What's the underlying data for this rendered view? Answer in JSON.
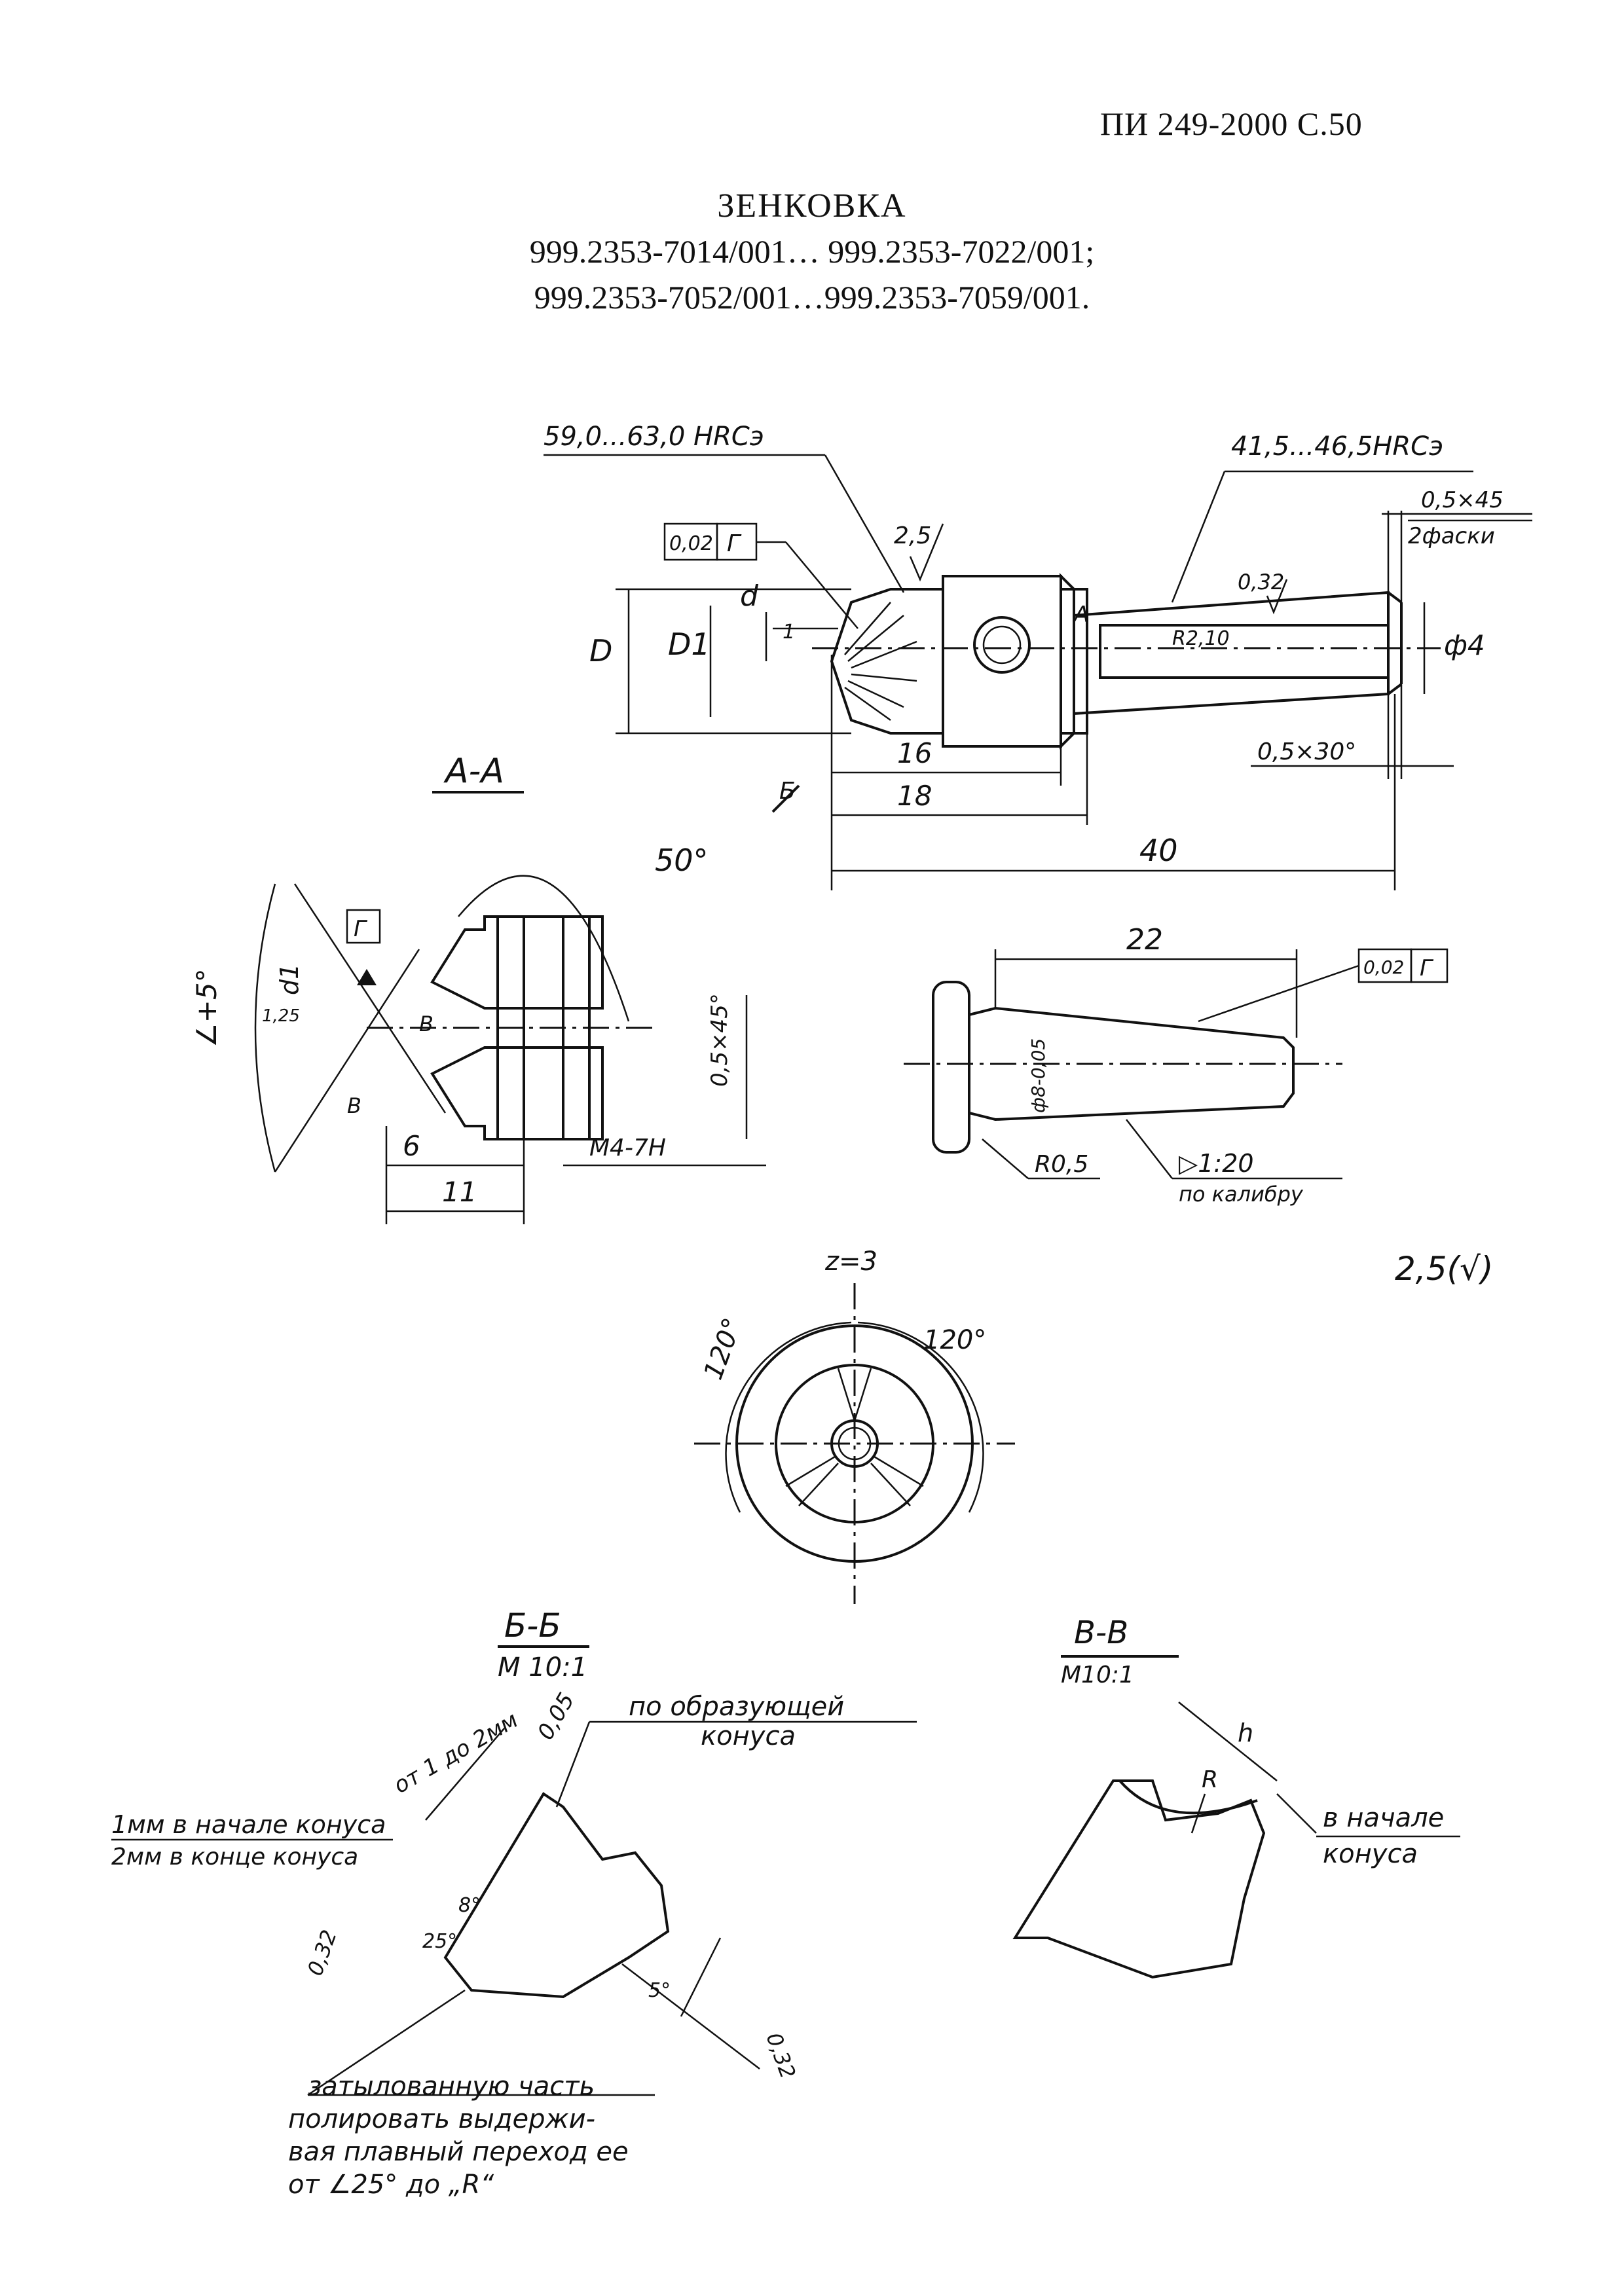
{
  "header": {
    "doc_code": "ПИ 249-2000  С.50",
    "title": "ЗЕНКОВКА",
    "line1": "999.2353-7014/001… 999.2353-7022/001;",
    "line2": "999.2353-7052/001…999.2353-7059/001."
  },
  "main_view": {
    "hardness_head": "59,0...63,0 HRCэ",
    "hardness_shank": "41,5...46,5HRCэ",
    "tolerance_value": "0,02",
    "tolerance_datum": "Г",
    "roughness_main": "2,5",
    "chamfer_45": "0,5×45",
    "chamfer_note": "2фаски",
    "roughness_shank": "0,32",
    "dim_D": "D",
    "dim_D1": "D1",
    "dim_d": "d",
    "dim_1": "1",
    "section_A": "A",
    "thread_label": "R2,10",
    "dim_phi4": "ф4",
    "chamfer_30": "0,5×30°",
    "section_B": "Б",
    "dim_16": "16",
    "dim_18": "18",
    "dim_40": "40"
  },
  "section_aa": {
    "title": "A-A",
    "angle_50": "50°",
    "tolerance_datum": "Г",
    "alpha": "∠+5°",
    "dim_d1": "d1",
    "dim_125": "1,25",
    "section_V": "В",
    "chamfer": "0,5×45°",
    "dim_6": "6",
    "thread": "М4-7Н",
    "dim_11": "11"
  },
  "shank_view": {
    "dim_22": "22",
    "tolerance_value": "0,02",
    "tolerance_datum": "Г",
    "dim_phi": "ф8-0,05",
    "radius": "R0,5",
    "taper": "▷1:20",
    "taper_note": "по калибру"
  },
  "general_roughness": "2,5(√)",
  "end_view": {
    "teeth": "z=3",
    "angle_left": "120°",
    "angle_right": "120°"
  },
  "section_bb": {
    "title": "Б-Б",
    "scale": "М 10:1",
    "dim_range": "от 1 до 2мм",
    "dim_005": "0,05",
    "note_generatrix_1": "по образующей",
    "note_generatrix_2": "конуса",
    "note_mm_1": "1мм в начале конуса",
    "note_mm_2": "2мм в конце конуса",
    "angle_8": "8°",
    "angle_25": "25°",
    "roughness_left": "0,32",
    "angle_5": "5°",
    "roughness_right": "0,32",
    "polish_note_1": "затылованную часть",
    "polish_note_2": "полировать выдержи-",
    "polish_note_3": "вая плавный переход ее",
    "polish_note_4": "от ∠25° до „R“"
  },
  "section_vv": {
    "title": "В-В",
    "scale": "М10:1",
    "dim_h": "h",
    "dim_R": "R",
    "note_1": "в начале",
    "note_2": "конуса"
  }
}
